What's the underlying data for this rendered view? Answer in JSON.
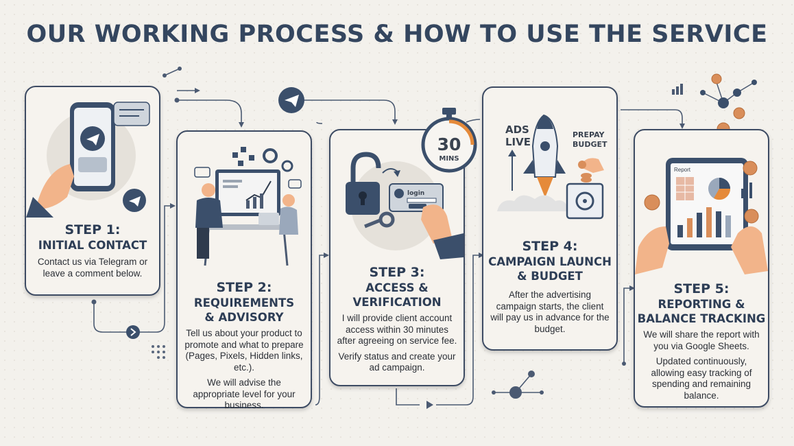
{
  "title": "OUR WORKING PROCESS & HOW TO USE THE SERVICE",
  "steps": [
    {
      "number": "STEP 1:",
      "name": "INITIAL CONTACT",
      "desc": [
        "Contact us via Telegram or leave a comment below."
      ]
    },
    {
      "number": "STEP 2:",
      "name": "REQUIREMENTS & ADVISORY",
      "desc": [
        "Tell us about your product to promote and what to prepare (Pages, Pixels, Hidden links, etc.).",
        "We will advise the appropriate level for your business."
      ]
    },
    {
      "number": "STEP 3:",
      "name": "ACCESS & VERIFICATION",
      "desc": [
        "I will provide client account access within 30 minutes after agreeing on service fee.",
        "Verify status and create your ad campaign."
      ]
    },
    {
      "number": "STEP 4:",
      "name": "CAMPAIGN LAUNCH & BUDGET",
      "desc": [
        "After the advertising campaign starts, the client will pay us in advance for the budget."
      ]
    },
    {
      "number": "STEP 5:",
      "name": "REPORTING & BALANCE TRACKING",
      "desc": [
        "We will share the report with you via Google Sheets.",
        "Updated continuously, allowing easy tracking of spending and remaining balance."
      ]
    }
  ],
  "illustrations": {
    "timer_number": "30",
    "timer_unit": "MINS",
    "login_label": "login",
    "ads_live": [
      "ADS",
      "LIVE"
    ],
    "prepay_budget": [
      "PREPAY",
      "BUDGET"
    ],
    "report_label": "Report"
  },
  "colors": {
    "navy": "#34465f",
    "telegram_blue": "#3b4f6b",
    "card_border": "#3d4b63",
    "skin": "#f2b48a",
    "accent_orange": "#e58a3a",
    "coin": "#d98e5a"
  }
}
